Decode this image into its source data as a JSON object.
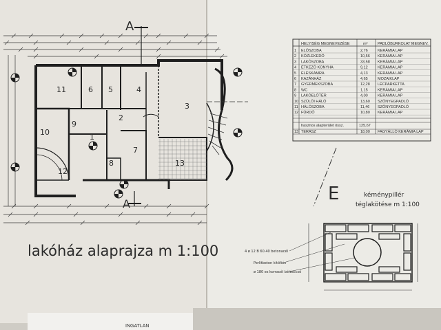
{
  "section_mark": "A",
  "rooms_plan": [
    "1",
    "2",
    "3",
    "4",
    "5",
    "6",
    "7",
    "8",
    "9",
    "10",
    "11",
    "12",
    "13"
  ],
  "plan_title": "lakóház alaprajza m 1:100",
  "room_table": {
    "headers": [
      "",
      "HELYISÉG MEGNEVEZÉSE",
      "m²",
      "PADLÓBURKOLAT MEGNEV."
    ],
    "rows": [
      [
        "1",
        "ELŐSZOBA",
        "2,76",
        "KERÁMIA LAP"
      ],
      [
        "2",
        "KÖZLEKEDŐ",
        "10,56",
        "KERÁMIA LAP"
      ],
      [
        "3",
        "LAKÓSZOBA",
        "33,58",
        "KERÁMIA LAP"
      ],
      [
        "4",
        "ÉTKEZŐ KONYHA",
        "9,12",
        "KERÁMIA LAP"
      ],
      [
        "5",
        "ÉLÉSKAMRA",
        "4,13",
        "KERÁMIA LAP"
      ],
      [
        "6",
        "KAZÁNHÁZ",
        "4,65",
        "MOZAIKLAP"
      ],
      [
        "7",
        "GYERMEKSZOBA",
        "12,28",
        "LÉCPARKETTA"
      ],
      [
        "8",
        "WC",
        "1,15",
        "KERÁMIA LAP"
      ],
      [
        "9",
        "LAKÓELŐTÉR",
        "4,00",
        "KERÁMIA LAP"
      ],
      [
        "10",
        "SZÜLŐI HÁLÓ",
        "13,60",
        "SZŐNYEGPADLÓ"
      ],
      [
        "11",
        "HÁLÓSZOBA",
        "11,46",
        "SZŐNYEGPADLÓ"
      ],
      [
        "12",
        "FÜRDŐ",
        "10,80",
        "KERÁMIA LAP"
      ]
    ],
    "total_label": "hasznos alapterület össz.",
    "total_value": "125,67",
    "terrace": [
      "13",
      "TERASZ",
      "18,00",
      "FAGYÁLLÓ KERÁMIA LAP"
    ]
  },
  "chimney": {
    "mark": "E",
    "title_line1": "kéménypillér",
    "title_line2": "téglakötése m 1:100",
    "note1": "4 ø 12 B 60.40 betonacél",
    "note2": "Perlitbeton kitöltés",
    "note3": "ø 180 es korracél bélésccső"
  },
  "bottom_tag": "INGATLAN"
}
